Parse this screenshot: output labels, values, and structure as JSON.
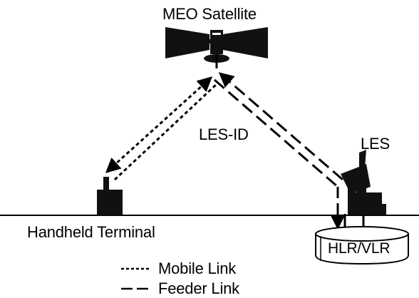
{
  "labels": {
    "satellite": "MEO Satellite",
    "les_id": "LES-ID",
    "les": "LES",
    "terminal": "Handheld Terminal",
    "database": "HLR/VLR"
  },
  "legend": [
    {
      "label": "Mobile Link",
      "style": "dotted"
    },
    {
      "label": "Feeder Link",
      "style": "dashed"
    }
  ],
  "colors": {
    "ink": "#000000",
    "background": "#ffffff"
  }
}
